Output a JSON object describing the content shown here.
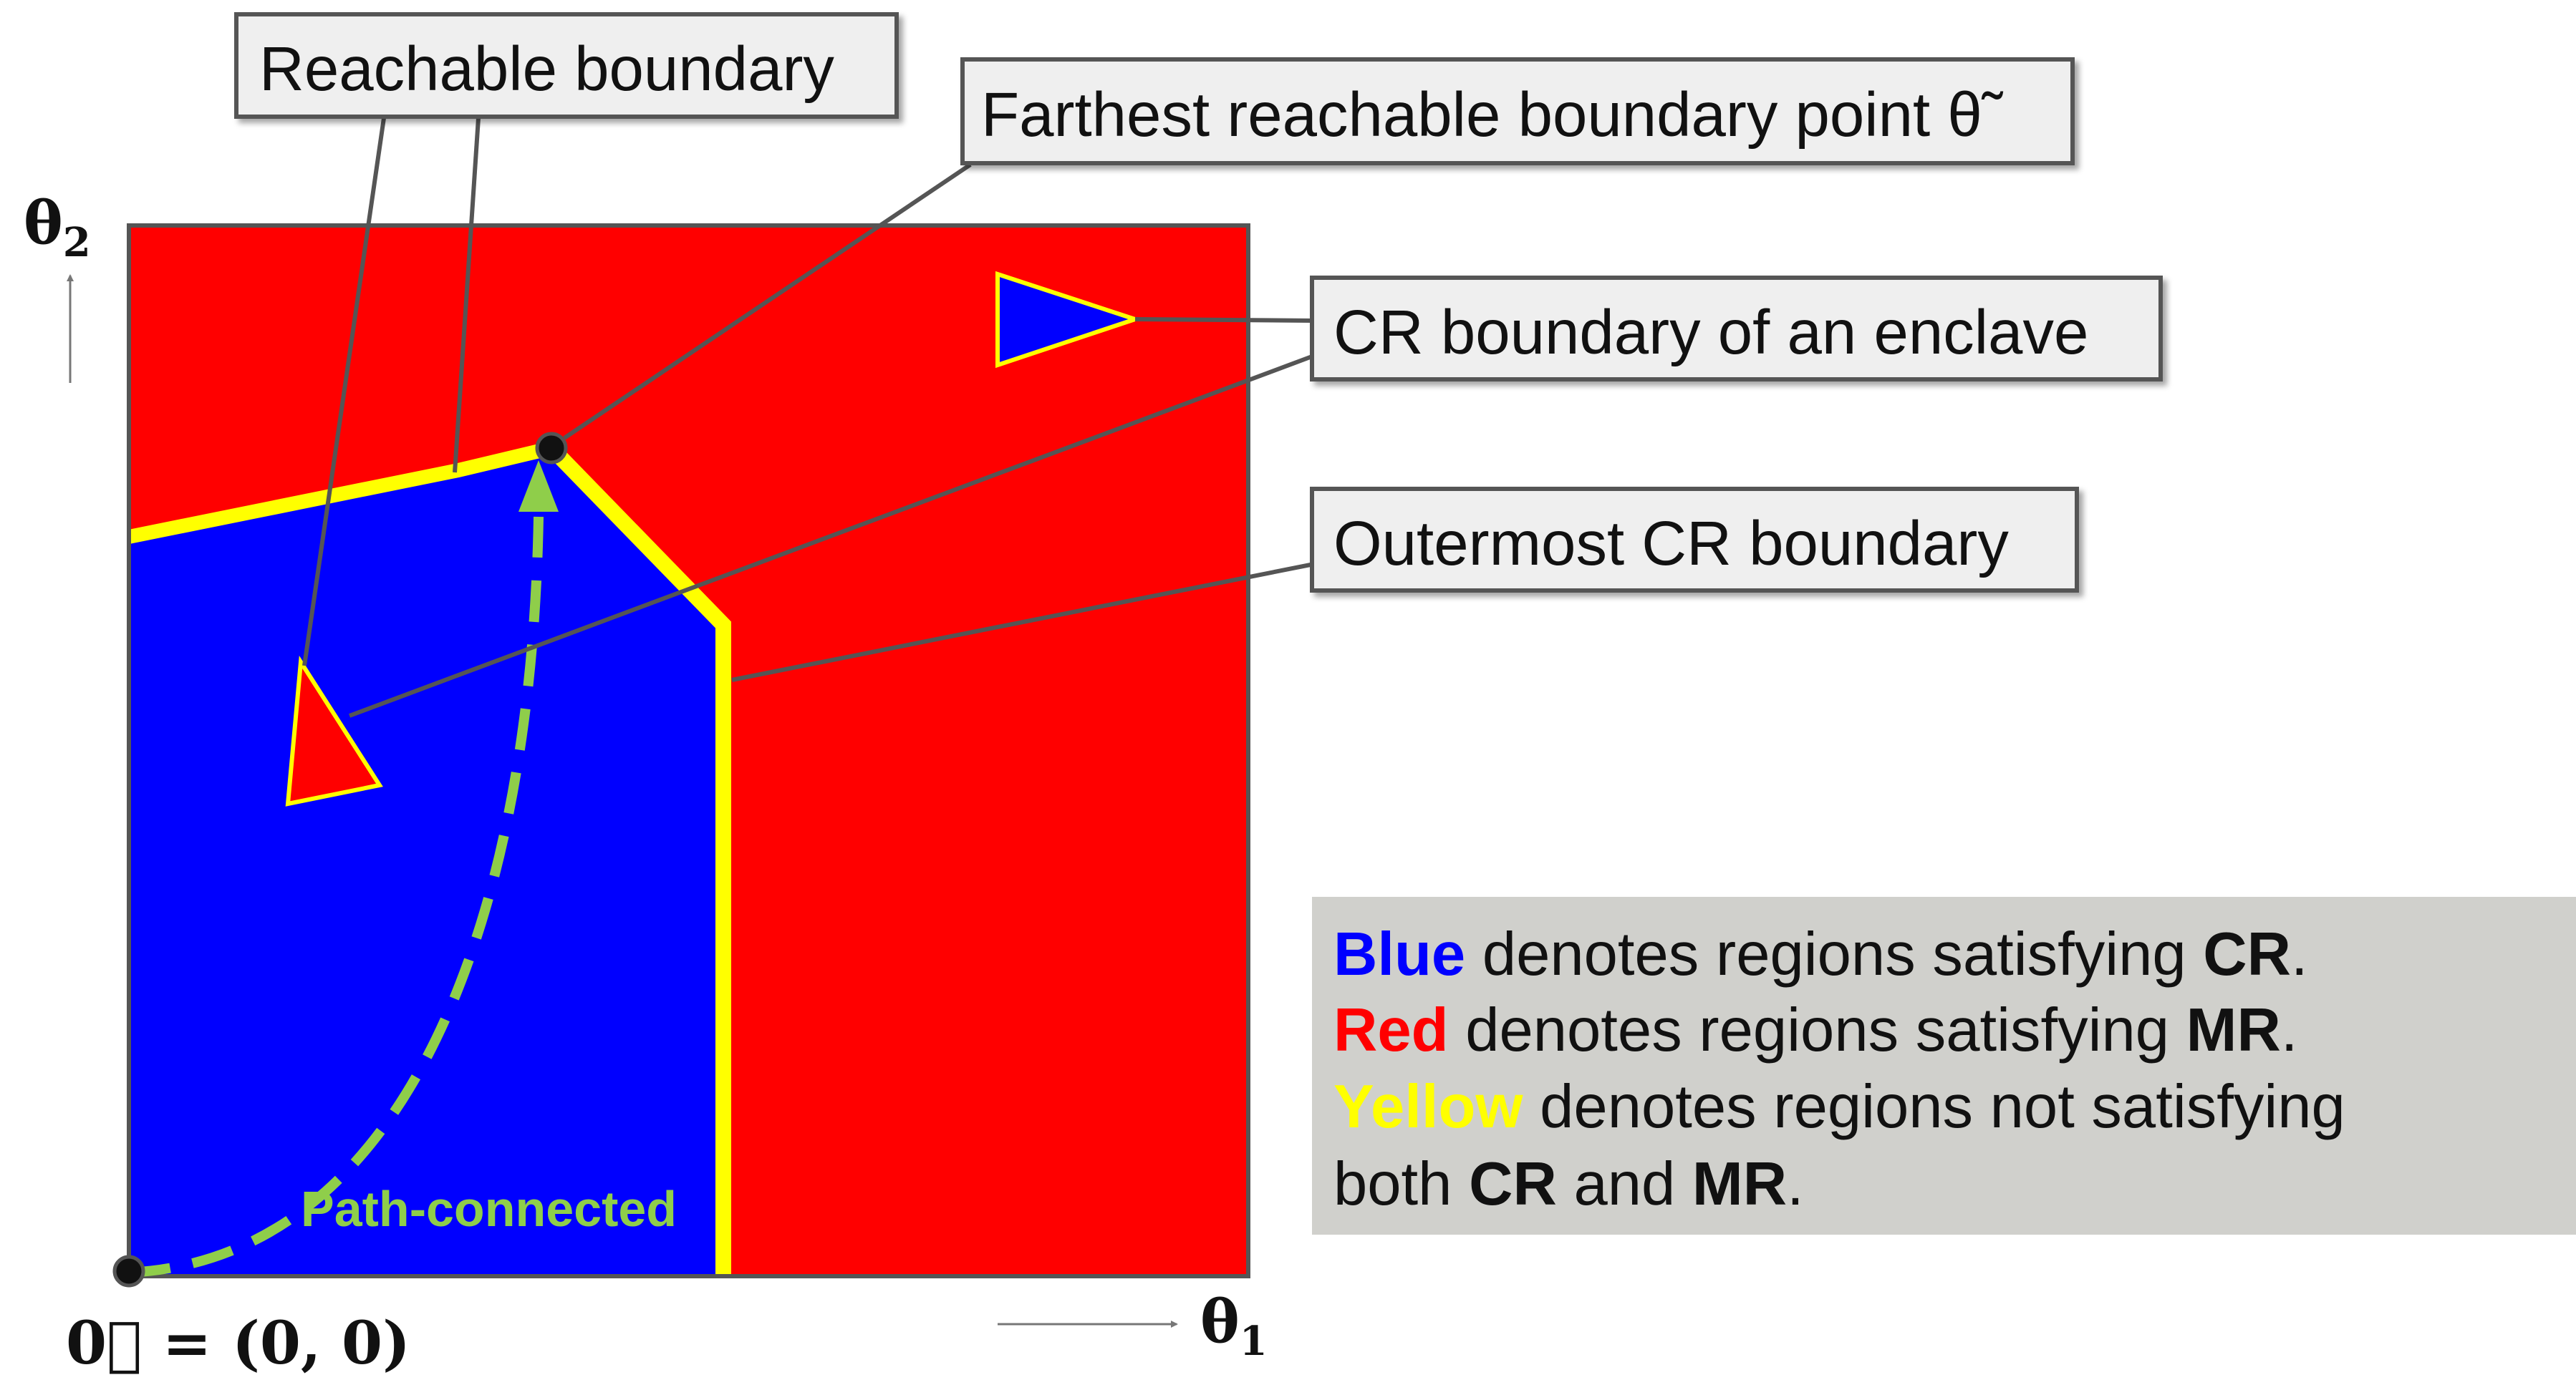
{
  "colors": {
    "cr_region": "#0000ff",
    "mr_region": "#ff0000",
    "boundary": "#ffff00",
    "path": "#8fce4a",
    "legend_bg": "#d0d0cc",
    "callout_bg": "#efefef",
    "leader": "#555555"
  },
  "axes": {
    "x_label": "θ",
    "x_sub": "1",
    "y_label": "θ",
    "y_sub": "2",
    "origin_label": "0⃗ = (0, 0)"
  },
  "callouts": {
    "reachable": "Reachable boundary",
    "farthest": "Farthest reachable boundary point θ̃",
    "enclave": "CR boundary of an enclave",
    "outermost": "Outermost CR boundary"
  },
  "path_label": "Path-connected",
  "legend": {
    "line1": {
      "color_word": "Blue",
      "middle": " denotes regions satisfying ",
      "term": "CR",
      "end": "."
    },
    "line2": {
      "color_word": "Red",
      "middle": " denotes regions satisfying ",
      "term": "MR",
      "end": "."
    },
    "line3": {
      "color_word": "Yellow",
      "rest": " denotes regions not satisfying"
    },
    "line4": {
      "start": "both ",
      "term1": "CR",
      "mid": " and ",
      "term2": "MR",
      "end": "."
    }
  }
}
